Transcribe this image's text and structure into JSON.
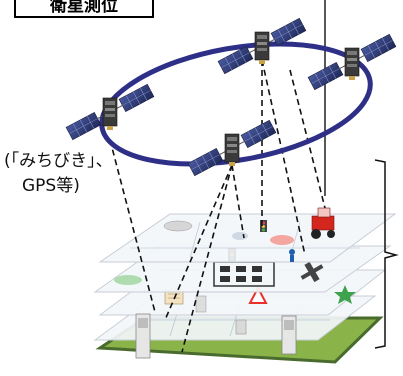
{
  "header_box": {
    "text": "衛星測位"
  },
  "satellite_label": {
    "line1": "(「みちびき」、",
    "line2": "GPS等)"
  },
  "colors": {
    "orbit": "#2e2f86",
    "satellite_panel": "#2d3a73",
    "satellite_body": "#3a3a3a",
    "ground_base": "#8ab34a",
    "ground_border": "#4a6b2e",
    "layer_fill": "#f3f6fa",
    "layer_border": "#c8ced6",
    "tractor": "#d3271e",
    "warning": "#e8312a"
  },
  "icons": [
    "satellite-icon",
    "tractor-icon",
    "car-icon",
    "traffic-light-icon",
    "warning-sign-icon",
    "airplane-icon",
    "crosswalk-icon",
    "building-icon",
    "star-icon",
    "person-icon"
  ]
}
